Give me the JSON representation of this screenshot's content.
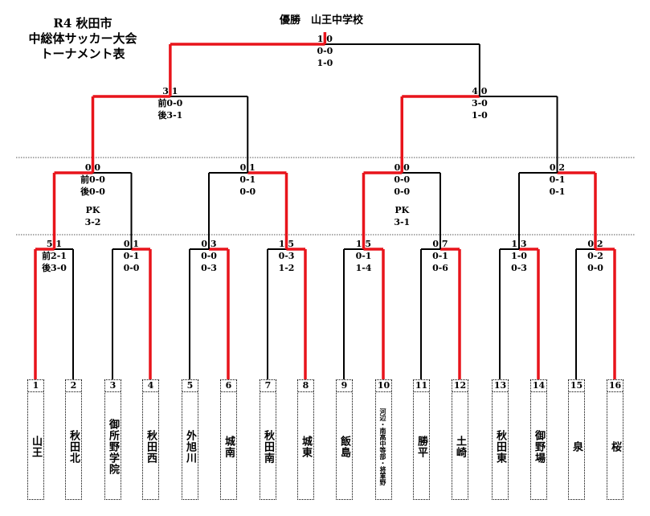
{
  "title": {
    "line1": "R4 秋田市",
    "line2": "中総体サッカー大会",
    "line3": "トーナメント表"
  },
  "champion": "優勝　山王中学校",
  "teams": [
    {
      "num": "1",
      "name": "山王"
    },
    {
      "num": "2",
      "name": "秋田北"
    },
    {
      "num": "3",
      "name": "御所野学院"
    },
    {
      "num": "4",
      "name": "秋田西"
    },
    {
      "num": "5",
      "name": "外旭川"
    },
    {
      "num": "6",
      "name": "城南"
    },
    {
      "num": "7",
      "name": "秋田南"
    },
    {
      "num": "8",
      "name": "城東"
    },
    {
      "num": "9",
      "name": "飯島"
    },
    {
      "num": "10",
      "name": "河辺・南高中等部・将軍野"
    },
    {
      "num": "11",
      "name": "勝平"
    },
    {
      "num": "12",
      "name": "土崎"
    },
    {
      "num": "13",
      "name": "秋田東"
    },
    {
      "num": "14",
      "name": "御野場"
    },
    {
      "num": "15",
      "name": "泉"
    },
    {
      "num": "16",
      "name": "桜"
    }
  ],
  "round1": [
    {
      "score": "5 1",
      "lines": [
        "前2-1",
        "後3-0"
      ]
    },
    {
      "score": "0 1",
      "lines": [
        "0-1",
        "0-0"
      ]
    },
    {
      "score": "0 3",
      "lines": [
        "0-0",
        "0-3"
      ]
    },
    {
      "score": "1 5",
      "lines": [
        "0-3",
        "1-2"
      ]
    },
    {
      "score": "1 5",
      "lines": [
        "0-1",
        "1-4"
      ]
    },
    {
      "score": "0 7",
      "lines": [
        "0-1",
        "0-6"
      ]
    },
    {
      "score": "1 3",
      "lines": [
        "1-0",
        "0-3"
      ]
    },
    {
      "score": "0 2",
      "lines": [
        "0-2",
        "0-0"
      ]
    }
  ],
  "round2": [
    {
      "score": "0 0",
      "lines": [
        "前0-0",
        "後0-0"
      ],
      "pk": [
        "PK",
        "3-2"
      ]
    },
    {
      "score": "0 1",
      "lines": [
        "0-1",
        "0-0"
      ],
      "pk": []
    },
    {
      "score": "0 0",
      "lines": [
        "0-0",
        "0-0"
      ],
      "pk": [
        "PK",
        "3-1"
      ]
    },
    {
      "score": "0 2",
      "lines": [
        "0-1",
        "0-1"
      ],
      "pk": []
    }
  ],
  "semis": [
    {
      "score": "3 1",
      "lines": [
        "前0-0",
        "後3-1"
      ]
    },
    {
      "score": "4 0",
      "lines": [
        "3-0",
        "1-0"
      ]
    }
  ],
  "final": {
    "score": "1 0",
    "lines": [
      "0-0",
      "1-0"
    ]
  },
  "colors": {
    "winner": "#e8141b",
    "line": "#000000"
  }
}
